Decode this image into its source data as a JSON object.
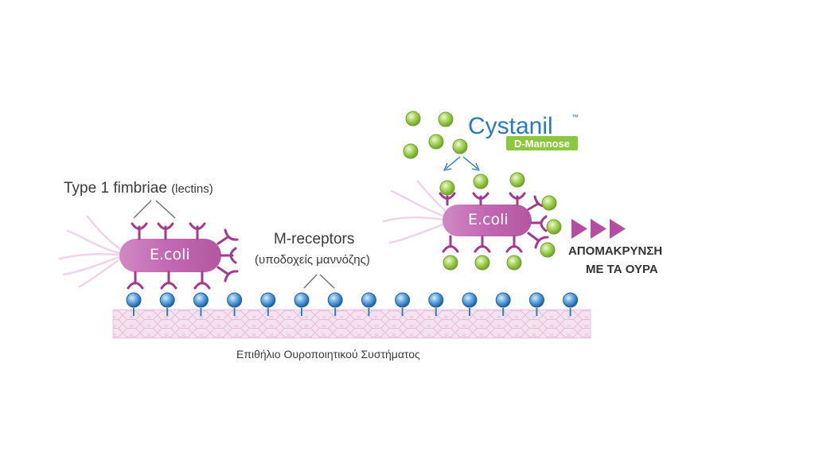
{
  "labels": {
    "fimbriae_main": "Type 1 fimbriae",
    "fimbriae_note": "(lectins)",
    "receptors_main": "M-receptors",
    "receptors_note": "(υποδοχείς μαννόζης)",
    "epithelium": "Επιθήλιο Ουροποιητικού Συστήματος",
    "removal_line1": "ΑΠΟΜΑΚΡΥΝΣΗ",
    "removal_line2": "ΜΕ ΤΑ ΟΥΡΑ"
  },
  "bacteria": {
    "left_label": "E.coli",
    "right_label": "E.coli"
  },
  "brand": {
    "name": "Cystanil",
    "trademark": "™",
    "sub": "D-Mannose"
  },
  "colors": {
    "bacterium": "#c267b3",
    "fimbria": "#a23a8e",
    "receptor": "#2f7fc4",
    "mannose": "#8dc63f",
    "epithelium": "#f3dded",
    "brand_blue": "#2a78c0",
    "brand_green": "#8dc63f",
    "arrow": "#b44ea4",
    "text": "#3a3a3a"
  }
}
